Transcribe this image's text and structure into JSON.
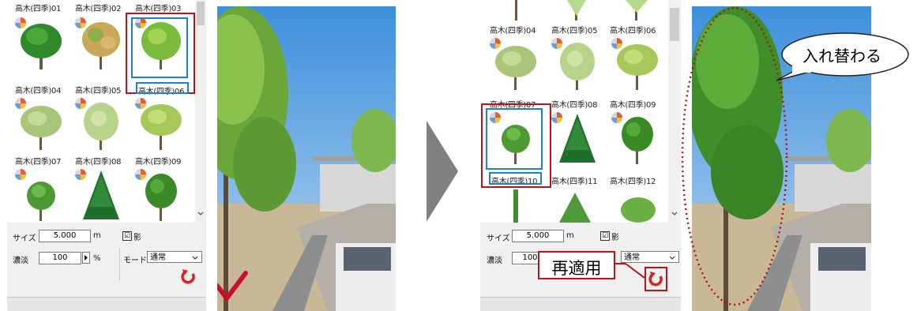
{
  "before": {
    "tree_labels": [
      "高木(四季)01",
      "高木(四季)02",
      "高木(四季)03",
      "高木(四季)04",
      "高木(四季)05",
      "高木(四季)06",
      "高木(四季)07",
      "高木(四季)08",
      "高木(四季)09"
    ],
    "selected_label": "高木(四季)06",
    "size_label": "サイズ",
    "size_value": "5.000",
    "size_unit": "m",
    "shadow_label": "影",
    "shadow_checked": "☑",
    "density_label": "濃淡",
    "density_value": "100",
    "density_unit": "%",
    "mode_label": "モード",
    "mode_value": "通常"
  },
  "after": {
    "tree_labels": [
      "高木(四季)04",
      "高木(四季)05",
      "高木(四季)06",
      "高木(四季)07",
      "高木(四季)08",
      "高木(四季)09",
      "高木(四季)10",
      "高木(四季)11",
      "高木(四季)12"
    ],
    "selected_label": "高木(四季)10",
    "size_label": "サイズ",
    "size_value": "5.000",
    "size_unit": "m",
    "shadow_label": "影",
    "shadow_checked": "☑",
    "density_label": "濃淡",
    "density_value": "100",
    "mode_value": "通常"
  },
  "callouts": {
    "reapply": "再適用",
    "swapped": "入れ替わる"
  },
  "colors": {
    "highlight_red": "#c0101a",
    "highlight_blue": "#1f7fd0",
    "arrow_gray": "#808080",
    "check_red": "#c8102e"
  },
  "icons": [
    "season-icon",
    "refresh-icon",
    "checkmark-icon",
    "arrow-right-icon",
    "scroll-down-icon"
  ]
}
